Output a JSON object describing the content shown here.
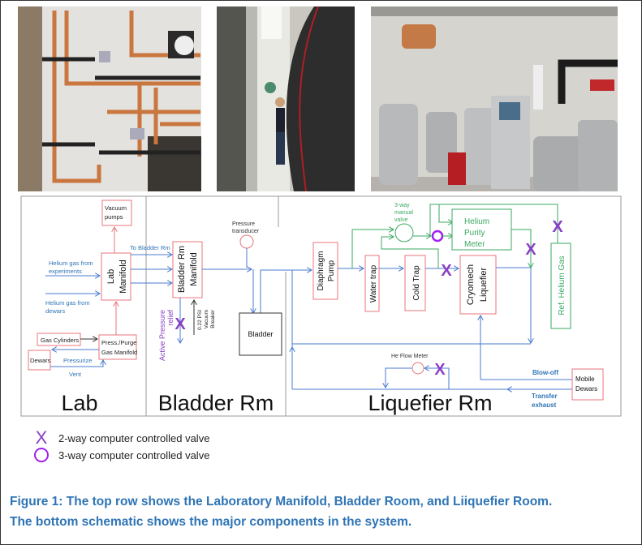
{
  "photos": [
    {
      "name": "laboratory-manifold-photo",
      "subject": "Laboratory Manifold"
    },
    {
      "name": "bladder-room-photo",
      "subject": "Bladder Room"
    },
    {
      "name": "liquefier-room-photo",
      "subject": "Liquefier Room"
    }
  ],
  "diagram": {
    "sections": {
      "lab": "Lab",
      "bladder": "Bladder Rm",
      "liquefier": "Liquefier Rm"
    },
    "components": {
      "vacuum_pumps": [
        "Vacuum",
        "pumps"
      ],
      "lab_manifold": [
        "Lab",
        "Manifold"
      ],
      "gas_cylinders": "Gas Cylinders",
      "press_purge": [
        "Press./Purge",
        "Gas Manifold"
      ],
      "dewars": "Dewars",
      "bladder_manifold": [
        "Bladder Rm",
        "Manifold"
      ],
      "bladder": "Bladder",
      "pressure_transducer": [
        "Pressure",
        "transducer"
      ],
      "diaphragm_pump": [
        "Diaphragm",
        "Pump"
      ],
      "water_trap": "Water trap",
      "cold_trap": "Cold Trap",
      "cryomech": [
        "Cryomech",
        "Liquefier"
      ],
      "purity_meter": [
        "Helium",
        "Purity",
        "Meter"
      ],
      "ref_helium": "Ref. Helium Gas",
      "manual_valve": [
        "3-way",
        "manual",
        "valve"
      ],
      "flow_meter": "He Flow Meter",
      "mobile_dewars": [
        "Mobile",
        "Dewars"
      ]
    },
    "labels": {
      "to_bladder": "To Bladder Rm",
      "he_from_experiments": [
        "Helium gas from",
        "experiments"
      ],
      "he_from_dewars": [
        "Helium gas from",
        "dewars"
      ],
      "pressurize": "Pressurize",
      "vent": "Vent",
      "active_relief": [
        "Active Pressure",
        "relief"
      ],
      "vacuum_breaker": [
        "0.22 PSI",
        "Vacuum",
        "Breaker"
      ],
      "blow_off": "Blow-off",
      "transfer_exhaust": [
        "Transfer",
        "exhaust"
      ]
    },
    "colors": {
      "component_red": "#e8747c",
      "flow_blue": "#4a7bd0",
      "label_blue": "#2e74b5",
      "green": "#3aa860",
      "valve_purple": "#8a3fc4",
      "valve_magenta": "#a020f0"
    }
  },
  "legend": [
    {
      "symbol": "X",
      "label": "2-way computer controlled valve"
    },
    {
      "symbol": "O",
      "label": "3-way computer controlled valve"
    }
  ],
  "caption": {
    "line1": "Figure 1: The top row shows the Laboratory Manifold, Bladder Room, and Liiquefier Room.",
    "line2": "The bottom schematic shows the major components in the system."
  }
}
